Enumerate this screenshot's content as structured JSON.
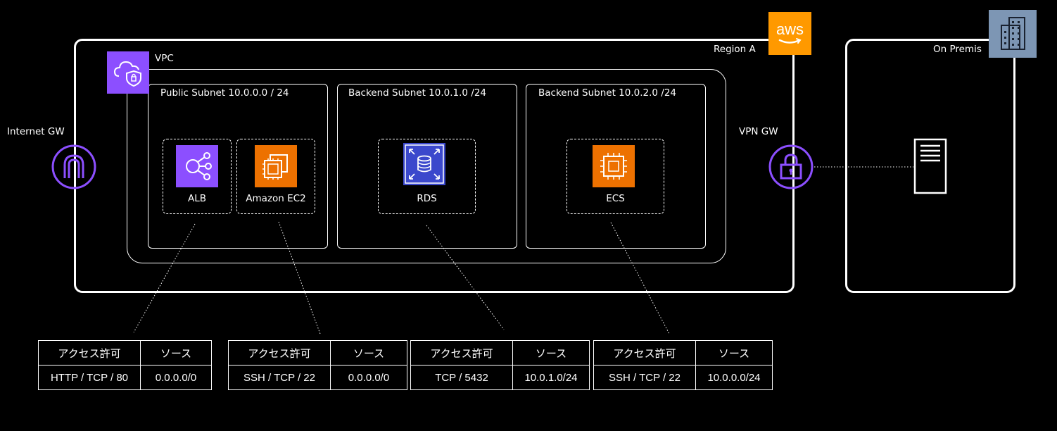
{
  "region": {
    "label": "Region A",
    "brand_icon": "aws-icon",
    "brand_text": "aws",
    "brand_color": "#FF9900"
  },
  "vpc": {
    "label": "VPC",
    "icon": "vpc-cloud-shield-icon",
    "icon_color": "#8C4FFF"
  },
  "internet_gw": {
    "label": "Internet  GW",
    "icon": "internet-gateway-icon",
    "color": "#8C4FFF"
  },
  "vpn_gw": {
    "label": "VPN  GW",
    "icon": "vpn-gateway-lock-icon",
    "color": "#8C4FFF"
  },
  "on_prem": {
    "label": "On Premis",
    "icon": "corporate-building-icon",
    "server_icon": "server-icon",
    "icon_color": "#7D96B4"
  },
  "subnets": [
    {
      "label": "Public Subnet 10.0.0.0 / 24"
    },
    {
      "label": "Backend Subnet 10.0.1.0 /24"
    },
    {
      "label": "Backend Subnet 10.0.2.0 /24"
    }
  ],
  "services": {
    "alb": {
      "label": "ALB",
      "icon": "elastic-load-balancing-icon",
      "color": "#8C4FFF"
    },
    "ec2": {
      "label": "Amazon EC2",
      "icon": "ec2-instances-icon",
      "color": "#ED7100"
    },
    "rds": {
      "label": "RDS",
      "icon": "rds-database-icon",
      "color": "#3B48CC"
    },
    "ecs": {
      "label": "ECS",
      "icon": "ecs-chip-icon",
      "color": "#ED7100"
    }
  },
  "acl_tables": [
    {
      "header": [
        "アクセス許可",
        "ソース"
      ],
      "row": [
        "HTTP / TCP / 80",
        "0.0.0.0/0"
      ]
    },
    {
      "header": [
        "アクセス許可",
        "ソース"
      ],
      "row": [
        "SSH / TCP / 22",
        "0.0.0.0/0"
      ]
    },
    {
      "header": [
        "アクセス許可",
        "ソース"
      ],
      "row": [
        "TCP / 5432",
        "10.0.1.0/24"
      ]
    },
    {
      "header": [
        "アクセス許可",
        "ソース"
      ],
      "row": [
        "SSH / TCP / 22",
        "10.0.0.0/24"
      ]
    }
  ]
}
